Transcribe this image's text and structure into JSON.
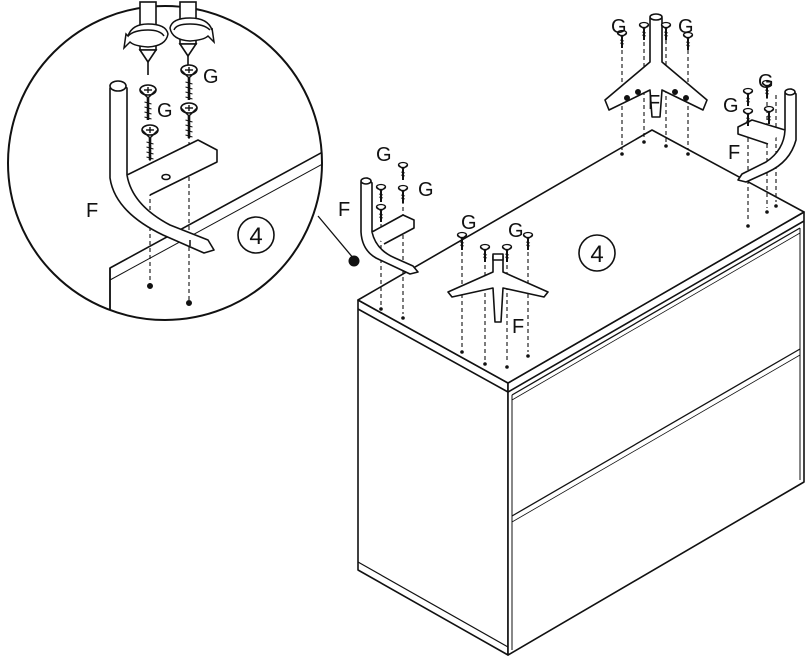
{
  "diagram": {
    "step_number": "4",
    "part_bracket": "F",
    "part_screw": "G"
  },
  "colors": {
    "ink": "#111111",
    "fill": "#ffffff"
  },
  "icons": [
    "screwdriver-icon",
    "rotation-arrow-icon",
    "screw-icon",
    "washer-icon",
    "leg-bracket-icon"
  ]
}
